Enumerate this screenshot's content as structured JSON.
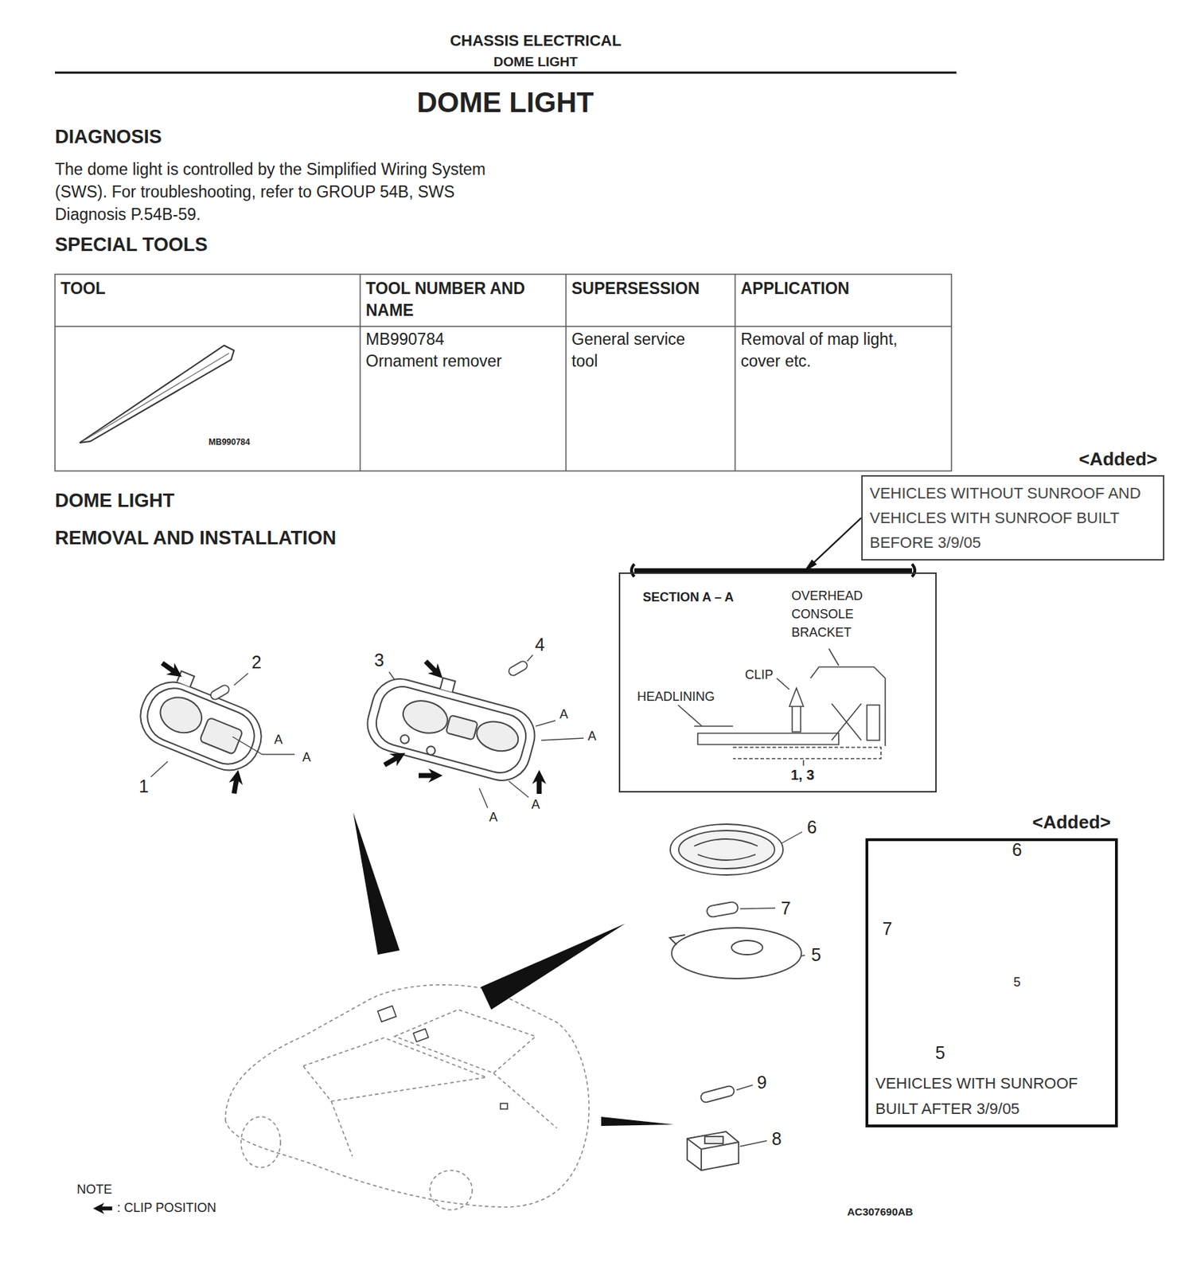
{
  "diagram": {
    "title": "DOME LIGHT",
    "nodes": [
      {
        "text": [
          "<Added>",
          "VEHICLES WITHOUT SUNROOF AND VEHICLES WITH SUNROOF BUILT BEFORE 3/9/05"
        ]
      },
      {
        "text": [
          "SECTION A – A",
          "OVERHEAD CONSOLE BRACKET",
          "CLIP",
          "HEADLINING",
          "1, 3"
        ]
      },
      {
        "text": [
          "<Added>",
          "VEHICLES WITH SUNROOF BUILT AFTER 3/9/05"
        ]
      }
    ],
    "edges": [
      {
        "from": 0,
        "to": 1,
        "arrow": "to"
      }
    ],
    "labels": [
      "CHASSIS ELECTRICAL",
      "DOME LIGHT",
      "DIAGNOSIS",
      "The dome light is controlled by the Simplified Wiring System (SWS). For troubleshooting, refer to GROUP 54B, SWS Diagnosis P.54B-59.",
      "SPECIAL TOOLS",
      "TOOL",
      "TOOL NUMBER AND NAME",
      "SUPERSESSION",
      "APPLICATION",
      "MB990784",
      "MB990784 Ornament remover",
      "General service tool",
      "Removal of map light, cover etc.",
      "DOME LIGHT",
      "REMOVAL AND INSTALLATION",
      "2",
      "1",
      "A",
      "A",
      "3",
      "4",
      "A",
      "A",
      "A",
      "A",
      "6",
      "7",
      "5",
      "6",
      "7",
      "5",
      "5",
      "9",
      "8",
      "NOTE",
      ": CLIP POSITION",
      "AC307690AB"
    ]
  }
}
